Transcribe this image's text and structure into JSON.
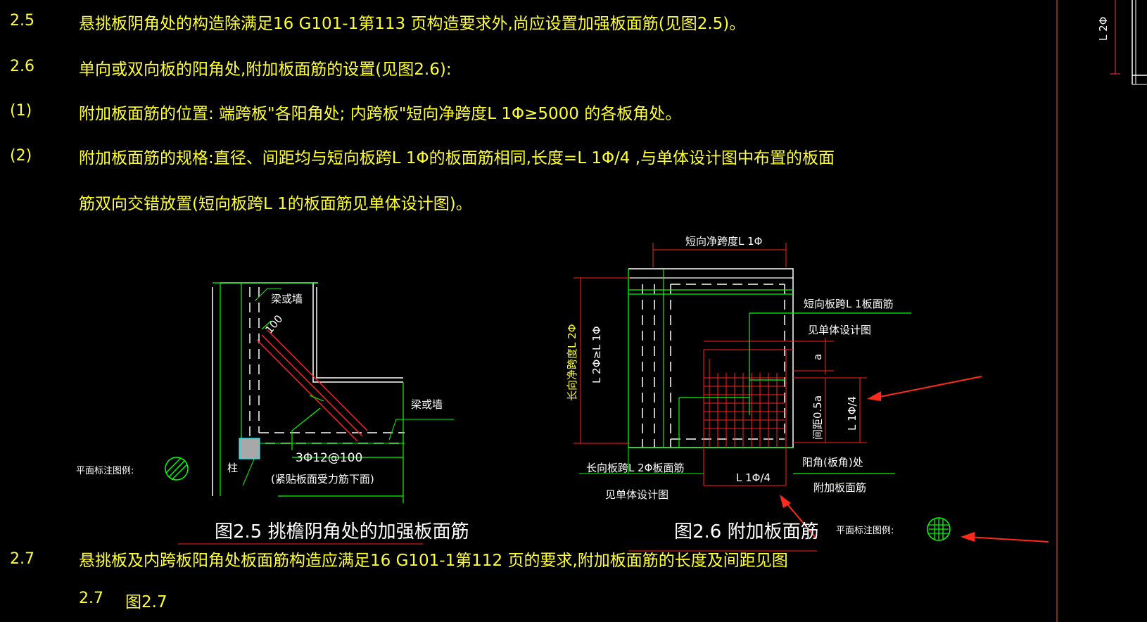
{
  "clauses": [
    {
      "num": "2.5",
      "text": "悬挑板阴角处的构造除满足16 G101-1第113 页构造要求外,尚应设置加强板面筋(见图2.5)。"
    },
    {
      "num": "2.6",
      "text": "单向或双向板的阳角处,附加板面筋的设置(见图2.6):"
    },
    {
      "num": "(1)",
      "text": "附加板面筋的位置: 端跨板\"各阳角处; 内跨板\"短向净跨度L 1Φ≥5000 的各板角处。"
    },
    {
      "num": "(2)",
      "text": "附加板面筋的规格:直径、间距均与短向板跨L 1Φ的板面筋相同,长度=L 1Φ/4 ,与单体设计图中布置的板面"
    },
    {
      "num": "",
      "text": "筋双向交错放置(短向板跨L 1的板面筋见单体设计图)。"
    },
    {
      "num": "2.7",
      "text": "悬挑板及内跨板阳角处板面筋构造应满足16 G101-1第112 页的要求,附加板面筋的长度及间距见图"
    },
    {
      "num": "2.7",
      "text": "图2.7"
    }
  ],
  "fig25": {
    "caption": "图2.5  挑檐阴角处的加强板面筋",
    "beam_wall_top": "梁或墙",
    "beam_wall_right": "梁或墙",
    "dim_100": "100",
    "rebar": "3Φ12@100",
    "rebar_note": "(紧贴板面受力筋下面)",
    "column": "柱",
    "legend": "平面标注图例:"
  },
  "fig26": {
    "caption": "图2.6  附加板面筋",
    "short_span": "短向净跨度L 1Φ",
    "short_rebar": "短向板跨L 1板面筋",
    "see_design_1": "见单体设计图",
    "long_span": "长向净跨度L 2Φ",
    "long_cond": "L 2Φ≥L 1Φ",
    "dim_a": "a",
    "spacing": "间距0.5a",
    "len_right": "L 1Φ/4",
    "len_bottom": "L 1Φ/4",
    "long_rebar": "长向板跨L 2Φ板面筋",
    "see_design_2": "见单体设计图",
    "corner": "阳角(板角)处",
    "corner_rebar": "附加板面筋",
    "legend": "平面标注图例:"
  },
  "top_right_label": "L 2Φ",
  "colors": {
    "text": "#ffff33",
    "line": "#00ff00",
    "dim": "#ff0000",
    "arrow": "#ff2a1a",
    "white": "#ffffff"
  }
}
